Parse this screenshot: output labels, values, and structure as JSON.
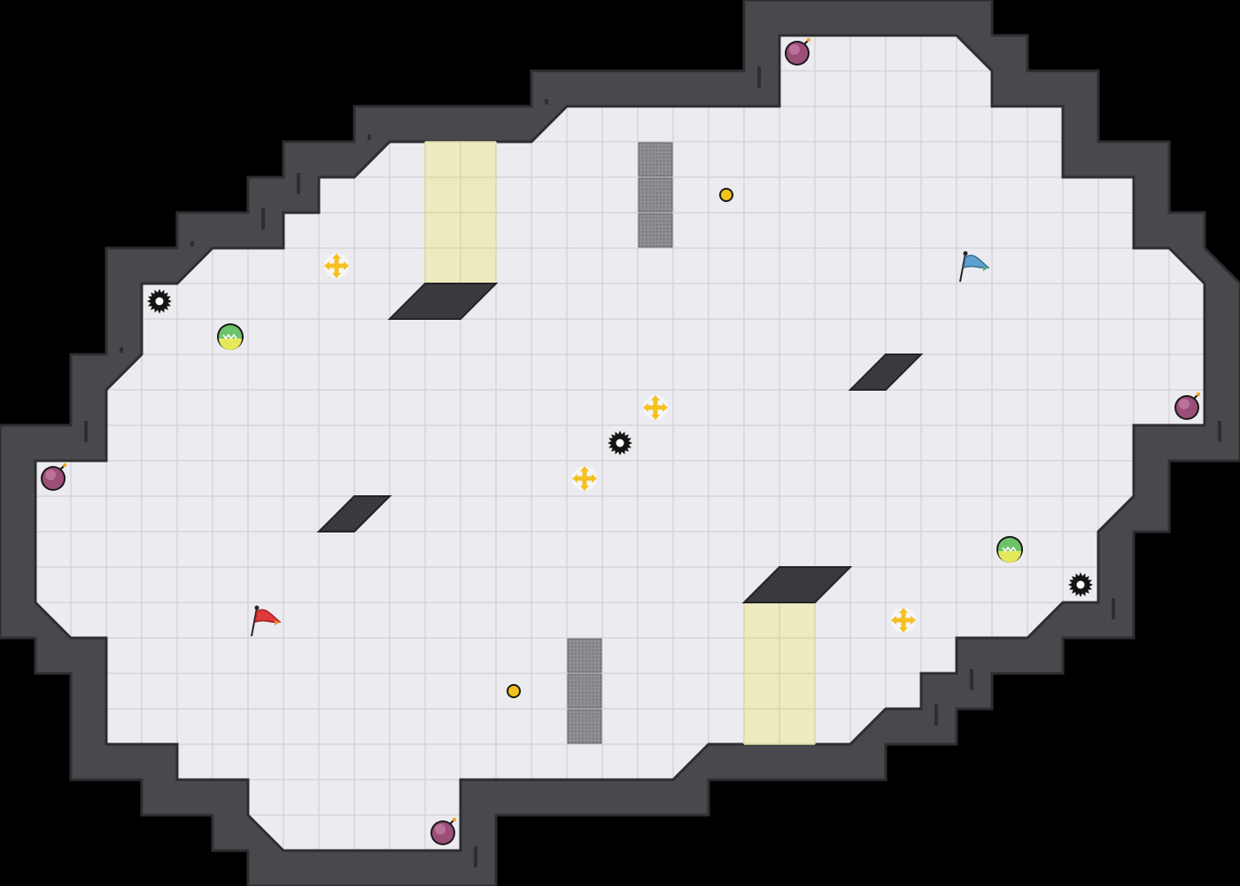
{
  "colors": {
    "background": "#000000",
    "wall": "#48484d",
    "wall_edge": "#2e2e32",
    "floor": "#ececf0",
    "grid_line": "#d4d4da",
    "boost_zone": "#eeeac0",
    "gate": "#8e8e92",
    "ramp": "#3a3a3e",
    "bomb": "#9a4e78",
    "boost": "#f5c020",
    "powerup": "#6cc36a",
    "spike": "#141414",
    "coin": "#f2c21c",
    "flag_red": "#e0393a",
    "flag_blue": "#5da0cf"
  },
  "entities": {
    "bombs": [
      {
        "name": "bomb-top-1",
        "icon": "bomb-icon"
      },
      {
        "name": "bomb-right",
        "icon": "bomb-icon"
      },
      {
        "name": "bomb-left",
        "icon": "bomb-icon"
      },
      {
        "name": "bomb-bottom",
        "icon": "bomb-icon"
      }
    ],
    "boosts": [
      {
        "name": "boost-upper-left",
        "icon": "boost-arrows-icon"
      },
      {
        "name": "boost-center-top",
        "icon": "boost-arrows-icon"
      },
      {
        "name": "boost-center",
        "icon": "boost-arrows-icon"
      },
      {
        "name": "boost-lower-right",
        "icon": "boost-arrows-icon"
      }
    ],
    "powerups": [
      {
        "name": "powerup-left",
        "icon": "powerup-icon"
      },
      {
        "name": "powerup-right",
        "icon": "powerup-icon"
      }
    ],
    "spikes": [
      {
        "name": "spike-left",
        "icon": "spike-icon"
      },
      {
        "name": "spike-center",
        "icon": "spike-icon"
      },
      {
        "name": "spike-right",
        "icon": "spike-icon"
      }
    ],
    "coins": [
      {
        "name": "coin-top",
        "icon": "coin-icon"
      },
      {
        "name": "coin-bottom",
        "icon": "coin-icon"
      }
    ],
    "flags": [
      {
        "name": "red-flag",
        "icon": "flag-icon",
        "team": "red"
      },
      {
        "name": "blue-flag",
        "icon": "flag-icon",
        "team": "blue"
      }
    ]
  }
}
